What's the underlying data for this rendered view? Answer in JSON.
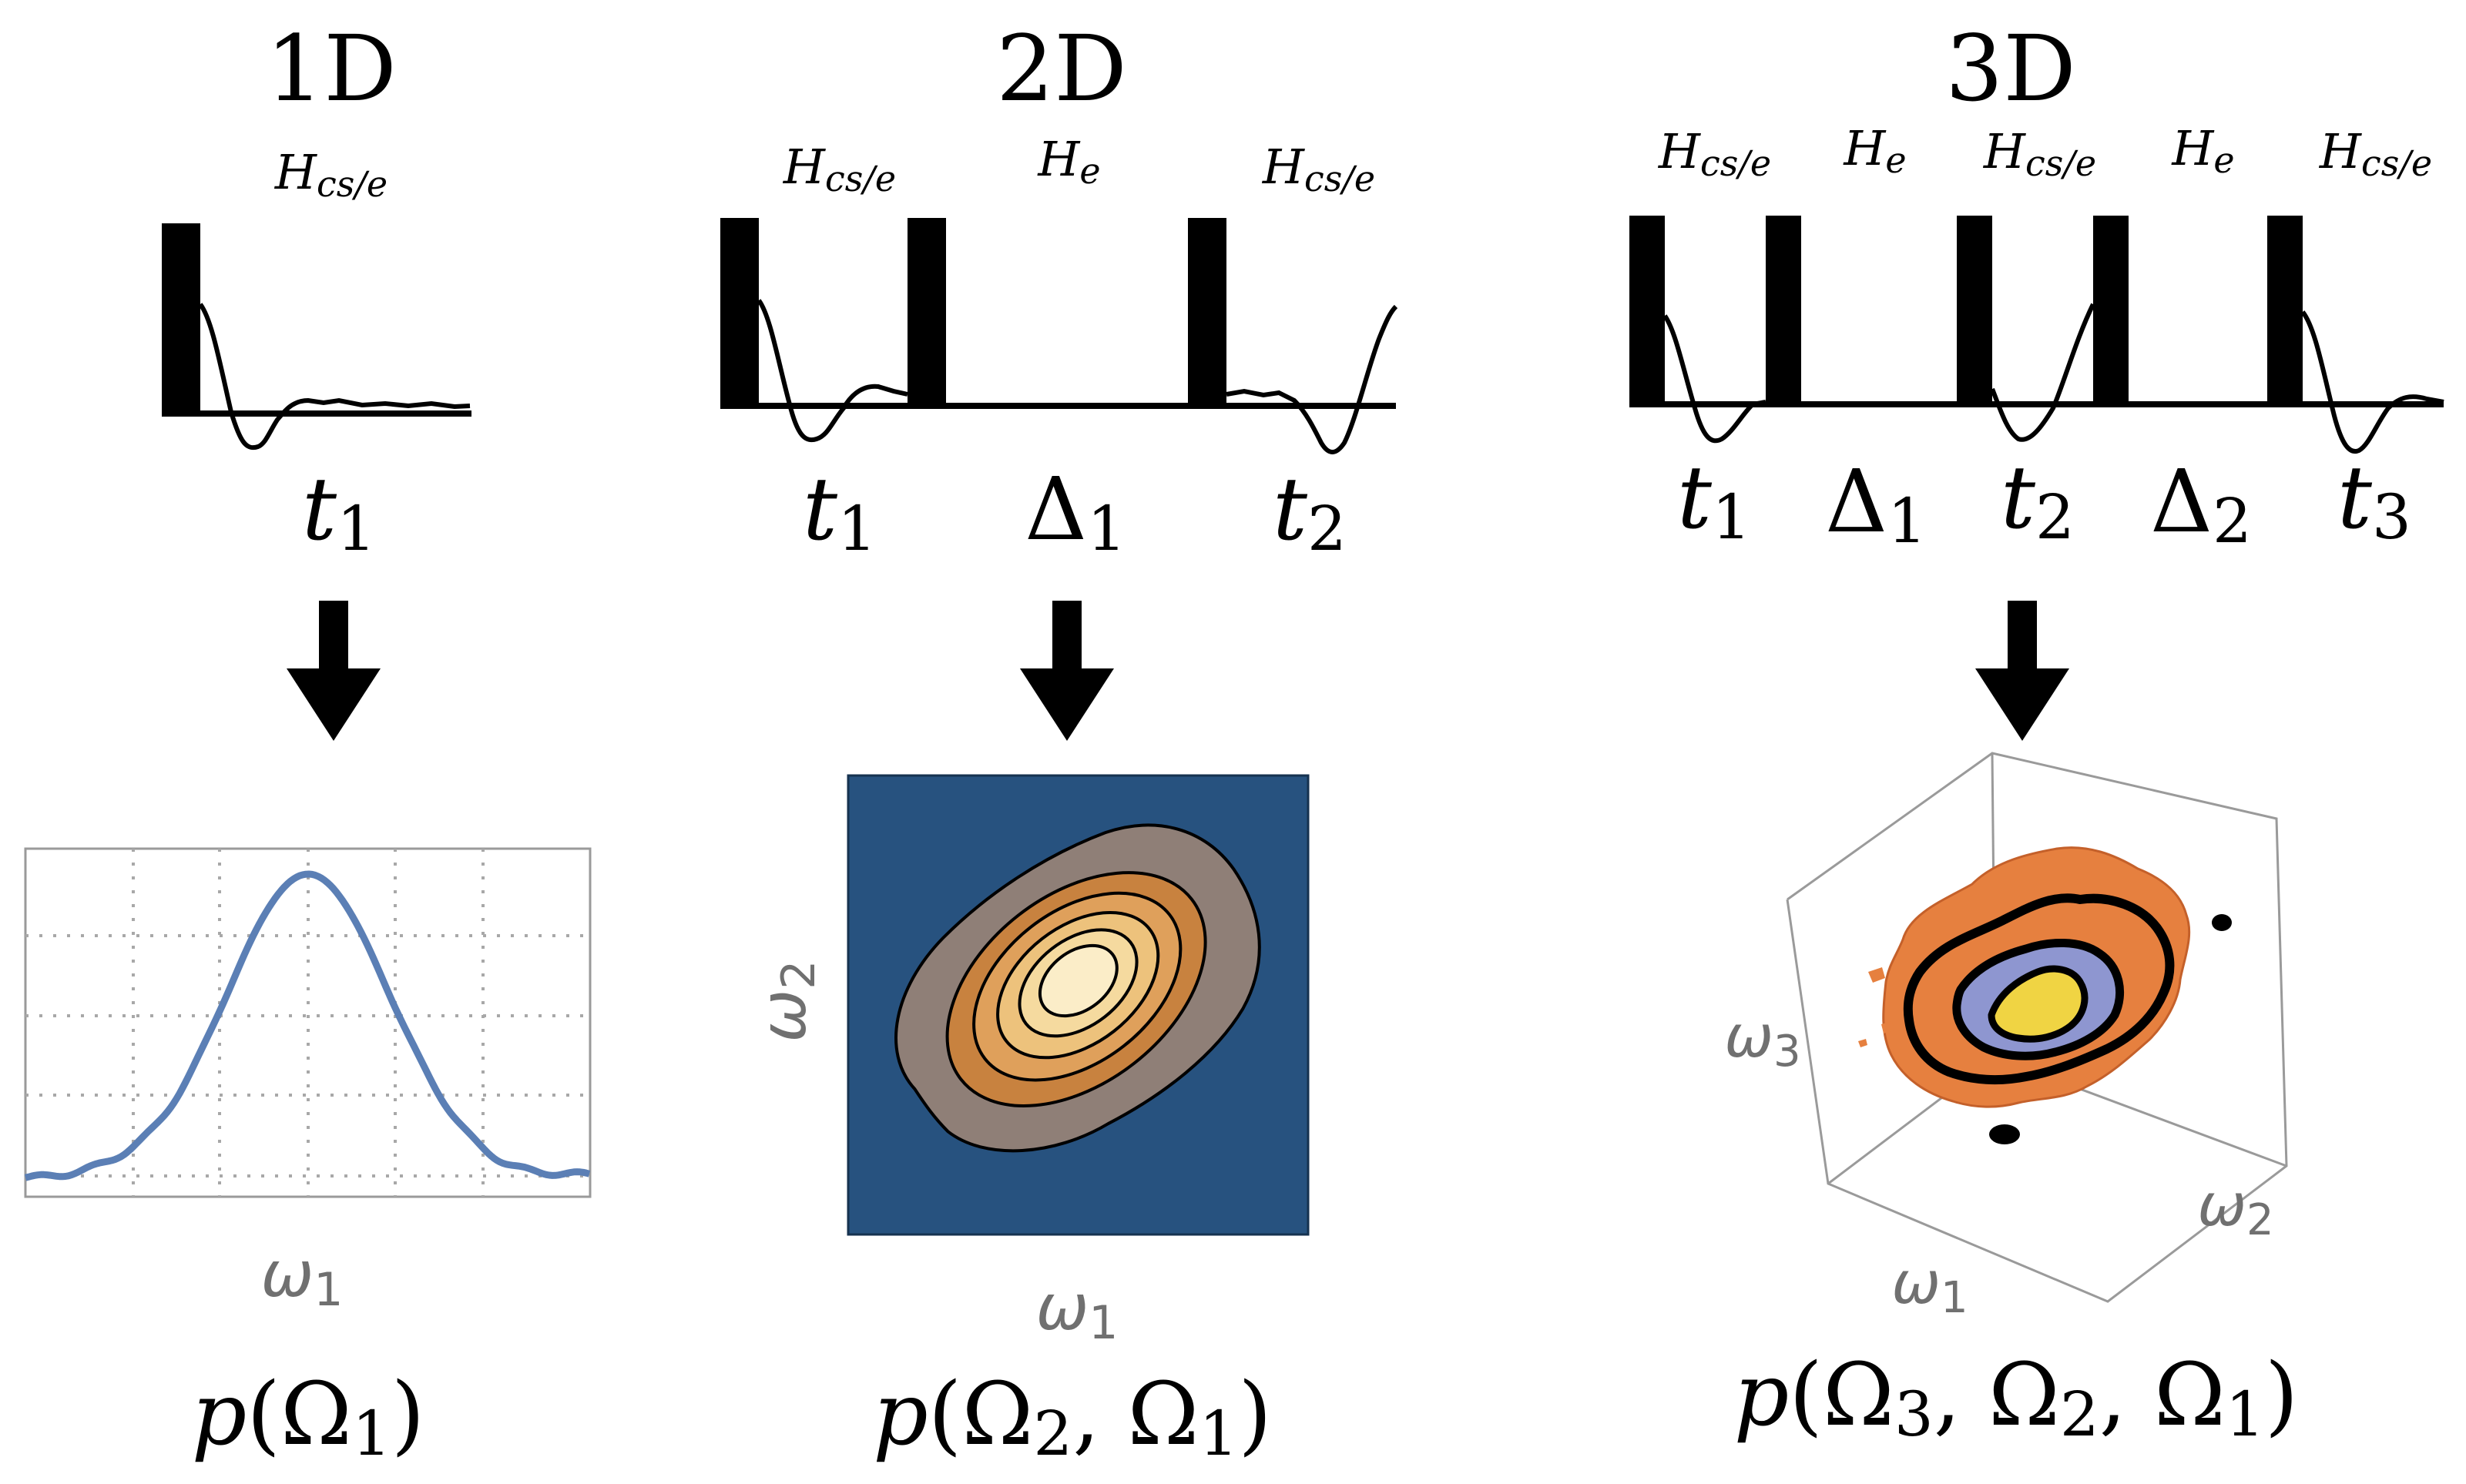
{
  "panels": [
    {
      "title": "1D",
      "hamiltonians": [
        "cs/e"
      ],
      "time_labels": [
        {
          "sym": "t",
          "sub": "1"
        }
      ],
      "axis_labels": [
        {
          "sym": "ω",
          "sub": "1"
        }
      ],
      "distribution": {
        "pre": "p(",
        "args": [
          {
            "sym": "Ω",
            "sub": "1"
          }
        ],
        "post": ")"
      }
    },
    {
      "title": "2D",
      "hamiltonians": [
        "cs/e",
        "e",
        "cs/e"
      ],
      "time_labels": [
        {
          "sym": "t",
          "sub": "1"
        },
        {
          "sym": "Δ",
          "sub": "1"
        },
        {
          "sym": "t",
          "sub": "2"
        }
      ],
      "axis_labels": [
        {
          "sym": "ω",
          "sub": "2"
        },
        {
          "sym": "ω",
          "sub": "1"
        }
      ],
      "distribution": {
        "pre": "p(",
        "args": [
          {
            "sym": "Ω",
            "sub": "2"
          },
          {
            "sym": "Ω",
            "sub": "1"
          }
        ],
        "post": ")"
      }
    },
    {
      "title": "3D",
      "hamiltonians": [
        "cs/e",
        "e",
        "cs/e",
        "e",
        "cs/e"
      ],
      "time_labels": [
        {
          "sym": "t",
          "sub": "1"
        },
        {
          "sym": "Δ",
          "sub": "1"
        },
        {
          "sym": "t",
          "sub": "2"
        },
        {
          "sym": "Δ",
          "sub": "2"
        },
        {
          "sym": "t",
          "sub": "3"
        }
      ],
      "axis_labels": [
        {
          "sym": "ω",
          "sub": "3"
        },
        {
          "sym": "ω",
          "sub": "2"
        },
        {
          "sym": "ω",
          "sub": "1"
        }
      ],
      "distribution": {
        "pre": "p(",
        "args": [
          {
            "sym": "Ω",
            "sub": "3"
          },
          {
            "sym": "Ω",
            "sub": "2"
          },
          {
            "sym": "Ω",
            "sub": "1"
          }
        ],
        "post": ")"
      }
    }
  ],
  "colors": {
    "ink": "#000000",
    "line_1d": "#5b7fb5",
    "grid": "#9a9a9a",
    "map_background": "#27527f",
    "contour_levels": [
      "#8f7f77",
      "#c8823f",
      "#dfa05b",
      "#edc27c",
      "#f5da9f",
      "#fbedc8"
    ],
    "surface_orange": "#e6803f",
    "surface_blue": "#8e96d0",
    "surface_yellow": "#f0d443",
    "axis_gray": "#707070",
    "box_gray": "#9a9a9a"
  }
}
